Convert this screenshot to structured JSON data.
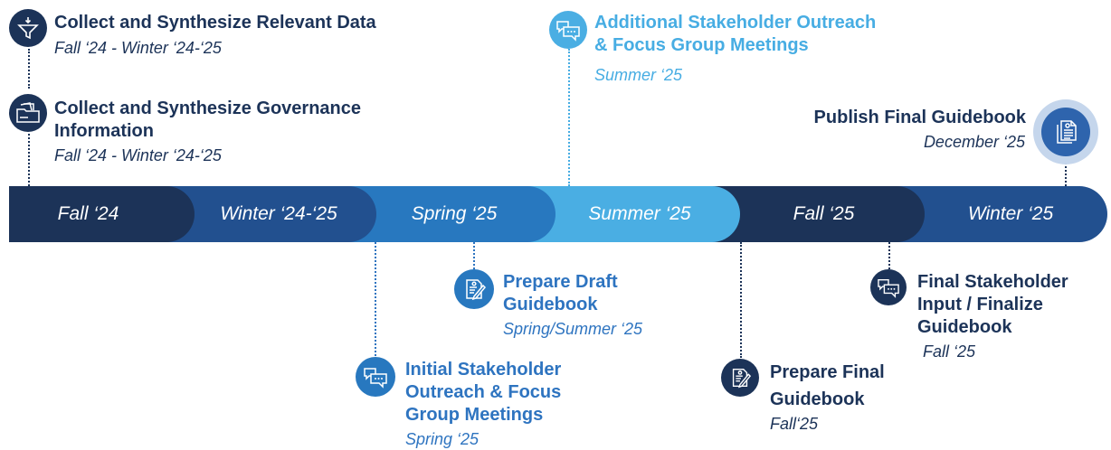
{
  "periods": [
    "Fall ‘24",
    "Winter ‘24-‘25",
    "Spring ‘25",
    "Summer ‘25",
    "Fall ‘25",
    "Winter ‘25"
  ],
  "colors": {
    "navy": "#1c3358",
    "dark_blue": "#22508f",
    "mid_blue": "#2878bf",
    "light_blue": "#4aaee3",
    "pale_ring": "#c5d6ec"
  },
  "milestones": [
    {
      "title_lines": [
        "Collect and Synthesize Relevant Data"
      ],
      "date": "Fall ‘24 - Winter ‘24-‘25",
      "icon": "funnel-icon"
    },
    {
      "title_lines": [
        "Collect and Synthesize Governance",
        "Information"
      ],
      "date": "Fall ‘24 - Winter ‘24-‘25",
      "icon": "folder-documents-icon"
    },
    {
      "title_lines": [
        "Additional Stakeholder Outreach",
        "& Focus Group Meetings"
      ],
      "date": "Summer ‘25",
      "icon": "chat-bubbles-icon"
    },
    {
      "title_lines": [
        "Publish Final Guidebook"
      ],
      "date": "December ‘25",
      "icon": "document-stack-icon"
    },
    {
      "title_lines": [
        "Prepare Draft",
        "Guidebook"
      ],
      "date": "Spring/Summer ‘25",
      "icon": "document-pen-icon"
    },
    {
      "title_lines": [
        "Initial Stakeholder",
        "Outreach & Focus",
        "Group Meetings"
      ],
      "date": "Spring ‘25",
      "icon": "chat-bubbles-icon"
    },
    {
      "title_lines": [
        "Final Stakeholder",
        "Input / Finalize",
        "Guidebook"
      ],
      "date": "Fall ‘25",
      "icon": "chat-bubbles-icon"
    },
    {
      "title_lines": [
        "Prepare Final",
        "Guidebook"
      ],
      "date": "Fall‘25",
      "icon": "document-pen-icon"
    }
  ]
}
